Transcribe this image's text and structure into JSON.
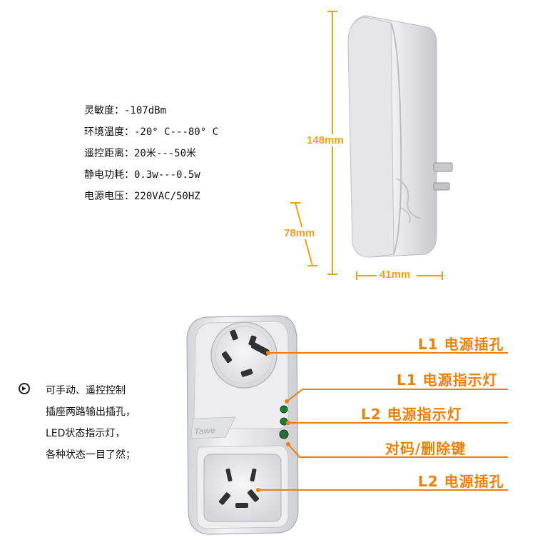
{
  "specs": [
    "灵敏度：-107dBm",
    "环境温度：-20° C---80° C",
    "遥控距离：20米---50米",
    "静电功耗：0.3w---0.5w",
    "电源电压：220VAC/50HZ"
  ],
  "dimensions": {
    "height": "148mm",
    "depth": "78mm",
    "width": "41mm"
  },
  "features": [
    "可手动、遥控控制",
    "插座两路输出插孔，",
    "LED状态指示灯，",
    "各种状态一目了然；"
  ],
  "bullet_icon": "play-circle-icon",
  "brand_mark": "Tawe",
  "callouts": {
    "l1_socket": "L1 电源插孔",
    "l1_indicator": "L1 电源指示灯",
    "l2_indicator": "L2 电源指示灯",
    "pair_delete_key": "对码/删除键",
    "l2_socket": "L2 电源插孔"
  },
  "colors": {
    "accent_orange": "#f07f0a",
    "dimension_yellow": "#f2a20a",
    "led_green": "#1f7a33"
  }
}
